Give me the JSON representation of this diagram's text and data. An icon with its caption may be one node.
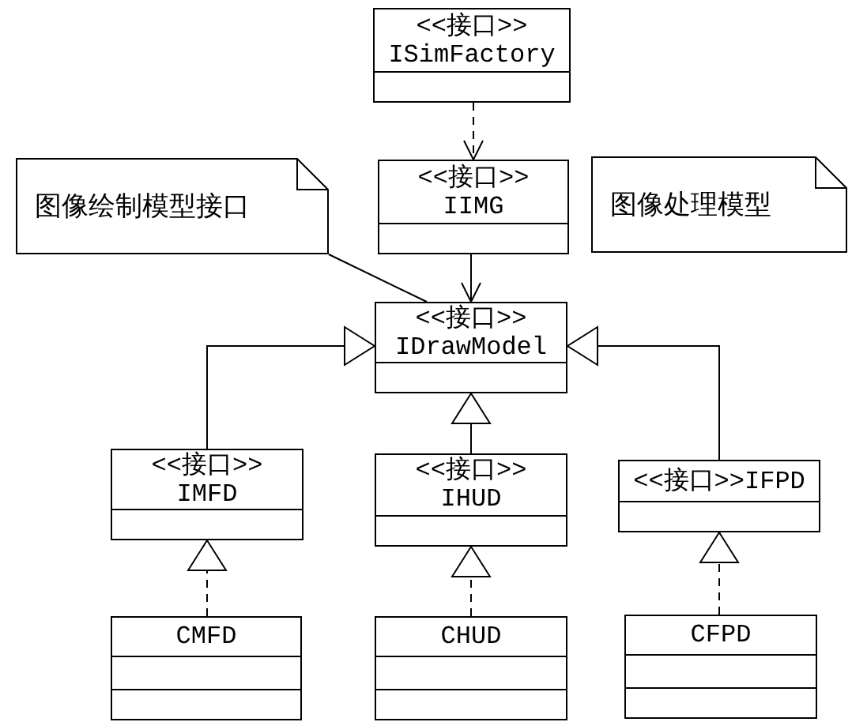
{
  "diagram": {
    "nodes": [
      {
        "text": [
          "<<接口>>",
          "ISimFactory"
        ]
      },
      {
        "text": [
          "图像绘制模型接口"
        ]
      },
      {
        "text": [
          "<<接口>>",
          "IIMG"
        ]
      },
      {
        "text": [
          "图像处理模型"
        ]
      },
      {
        "text": [
          "<<接口>>",
          "IDrawModel"
        ]
      },
      {
        "text": [
          "<<接口>>",
          "IMFD"
        ]
      },
      {
        "text": [
          "<<接口>>",
          "IHUD"
        ]
      },
      {
        "text": [
          "<<接口>>IFPD"
        ]
      },
      {
        "text": [
          "CMFD"
        ]
      },
      {
        "text": [
          "CHUD"
        ]
      },
      {
        "text": [
          "CFPD"
        ]
      }
    ],
    "edges": [
      {
        "from": 0,
        "to": 2,
        "arrow": "to",
        "style": "dashed"
      },
      {
        "from": 2,
        "to": 4,
        "arrow": "to"
      },
      {
        "from": 1,
        "to": 4,
        "arrow": "none"
      },
      {
        "from": 5,
        "to": 4,
        "arrow": "to"
      },
      {
        "from": 6,
        "to": 4,
        "arrow": "to"
      },
      {
        "from": 7,
        "to": 4,
        "arrow": "to"
      },
      {
        "from": 8,
        "to": 5,
        "arrow": "to",
        "style": "dashed"
      },
      {
        "from": 9,
        "to": 6,
        "arrow": "to",
        "style": "dashed"
      },
      {
        "from": 10,
        "to": 7,
        "arrow": "to",
        "style": "dashed"
      }
    ]
  }
}
